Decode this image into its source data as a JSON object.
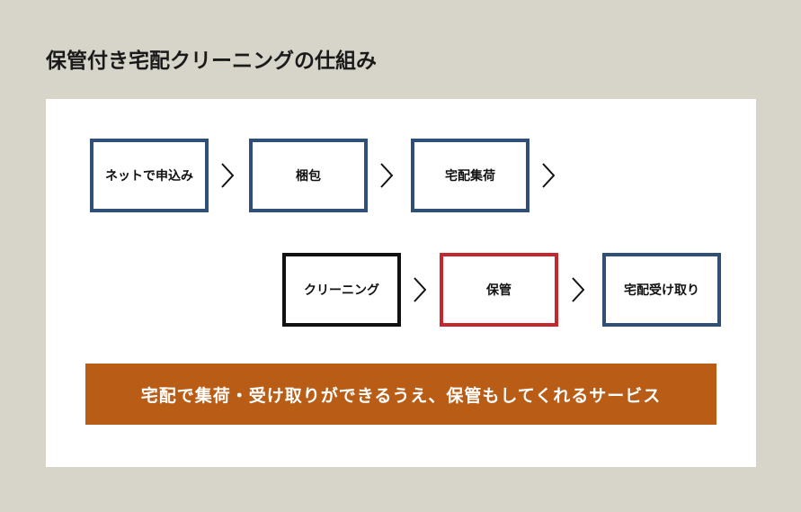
{
  "title": "保管付き宅配クリーニングの仕組み",
  "steps": [
    {
      "label": "ネットで申込み",
      "color": "#2f4f78"
    },
    {
      "label": "梱包",
      "color": "#2f4f78"
    },
    {
      "label": "宅配集荷",
      "color": "#2f4f78"
    },
    {
      "label": "クリーニング",
      "color": "#111111"
    },
    {
      "label": "保管",
      "color": "#c4282e"
    },
    {
      "label": "宅配受け取り",
      "color": "#2f4f78"
    }
  ],
  "banner": "宅配で集荷・受け取りができるうえ、保管もしてくれるサービス",
  "colors": {
    "banner": "#b85c16",
    "background": "#d7d5ca"
  }
}
